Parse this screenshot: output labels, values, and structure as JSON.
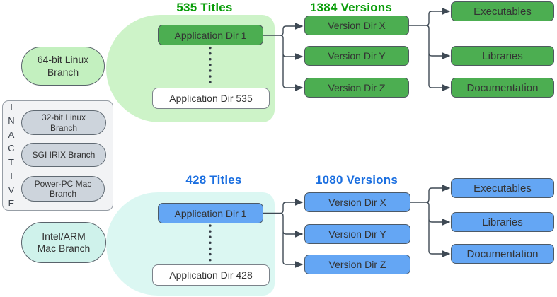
{
  "palette": {
    "green_node": "#4cae51",
    "green_blob": "#cdf3c8",
    "green_oval": "#c3f0bf",
    "green_title_text": "#089d08",
    "blue_node": "#64a6f4",
    "teal_blob": "#dbf7f2",
    "teal_oval": "#cff2eb",
    "blue_title_text": "#1b6fe0",
    "inactive_panel_bg": "#f2f3f5",
    "inactive_oval_bg": "#cdd4dc",
    "connector_line": "#3e4954",
    "node_text": "#333333"
  },
  "branch_top": {
    "branch_label": "64-bit Linux Branch",
    "titles_heading": "535 Titles",
    "versions_heading": "1384 Versions",
    "app_dir_first": "Application Dir 1",
    "app_dir_last": "Application Dir 535",
    "version_dirs": [
      "Version Dir X",
      "Version Dir Y",
      "Version Dir Z"
    ],
    "content_dirs": [
      "Executables",
      "Libraries",
      "Documentation"
    ]
  },
  "branch_bottom": {
    "branch_label": "Intel/ARM Mac Branch",
    "titles_heading": "428 Titles",
    "versions_heading": "1080 Versions",
    "app_dir_first": "Application Dir 1",
    "app_dir_last": "Application Dir 428",
    "version_dirs": [
      "Version Dir X",
      "Version Dir Y",
      "Version Dir Z"
    ],
    "content_dirs": [
      "Executables",
      "Libraries",
      "Documentation"
    ]
  },
  "inactive": {
    "label": "INACTIVE",
    "letters": [
      "I",
      "N",
      "A",
      "C",
      "T",
      "I",
      "V",
      "E"
    ],
    "items": [
      "32-bit Linux Branch",
      "SGI IRIX Branch",
      "Power-PC Mac Branch"
    ]
  }
}
